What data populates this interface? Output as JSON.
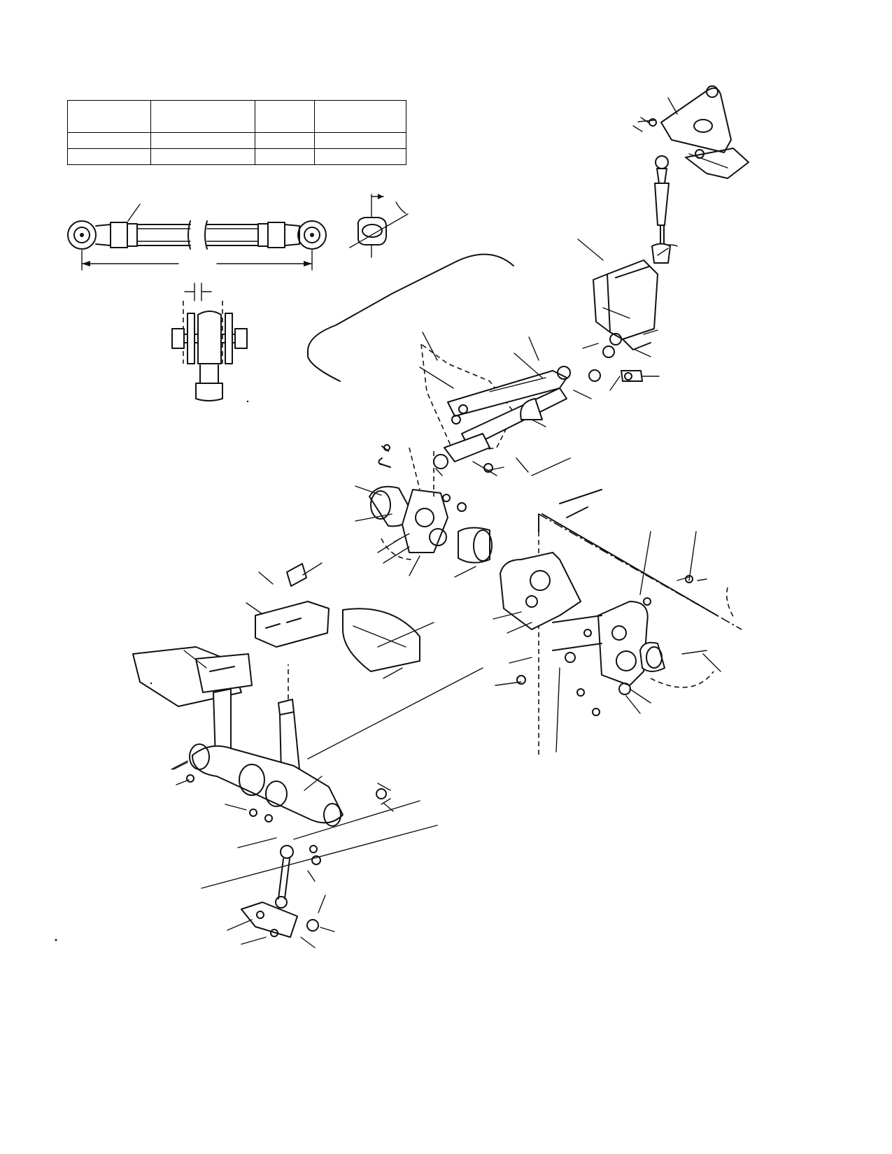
{
  "figure": {
    "spec_table": {
      "rows": [
        [
          "",
          "",
          "",
          ""
        ],
        [
          "",
          "",
          "",
          ""
        ],
        [
          "",
          "",
          "",
          ""
        ]
      ]
    },
    "views": [
      "rod-end-length-detail",
      "rod-end-angle-detail",
      "rod-end-clevis-clearance-detail",
      "exploded-control-linkage-assembly"
    ]
  }
}
